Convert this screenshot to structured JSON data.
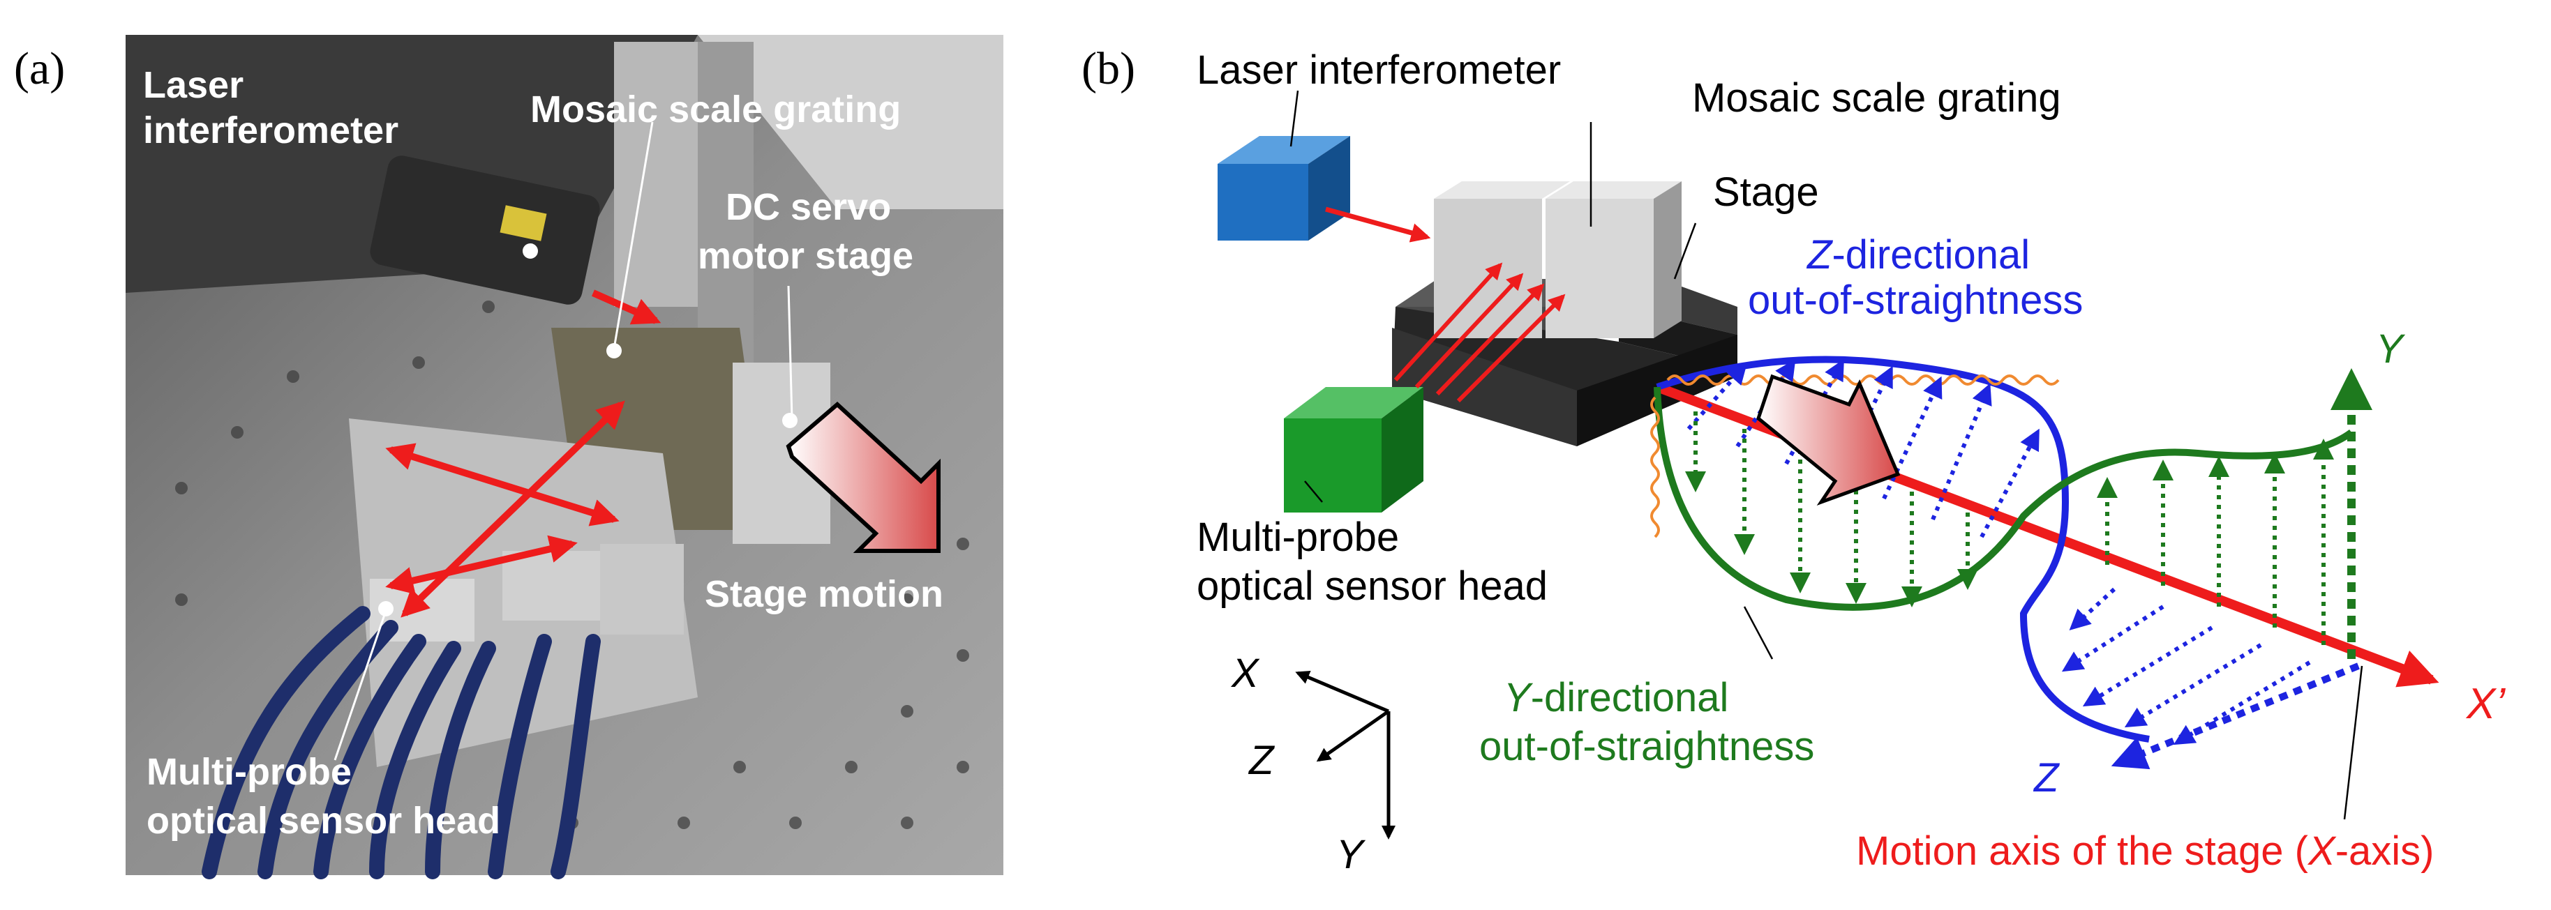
{
  "panel_a": {
    "tag": "(a)",
    "labels": {
      "laser_line1": "Laser",
      "laser_line2": "interferometer",
      "mosaic": "Mosaic scale grating",
      "dc_line1": "DC servo",
      "dc_line2": "motor stage",
      "stage_motion": "Stage motion",
      "probe_line1": "Multi-probe",
      "probe_line2": "optical sensor head"
    }
  },
  "panel_b": {
    "tag": "(b)",
    "labels": {
      "laser": "Laser interferometer",
      "mosaic": "Mosaic scale grating",
      "stage": "Stage",
      "z_straight_axis": "Z",
      "z_straight_rest": "-directional",
      "z_straight_line2": "out-of-straightness",
      "probe_line1": "Multi-probe",
      "probe_line2": "optical sensor head",
      "y_straight_axis": "Y",
      "y_straight_rest": "-directional",
      "y_straight_line2": "out-of-straightness",
      "motion_axis_pre": "Motion axis of the stage (",
      "motion_axis_x": "X",
      "motion_axis_post": "-axis)",
      "axis_x": "X",
      "axis_y": "Y",
      "axis_z": "Z",
      "right_y": "Y",
      "right_z": "Z",
      "right_xprime": "X’"
    }
  },
  "colors": {
    "red": "#ee1c1c",
    "blue": "#1d24e0",
    "green": "#1e7a1e",
    "orange": "#f08a30",
    "laser_box": "#1f6fc1",
    "sensor_box": "#1a9a2a"
  }
}
